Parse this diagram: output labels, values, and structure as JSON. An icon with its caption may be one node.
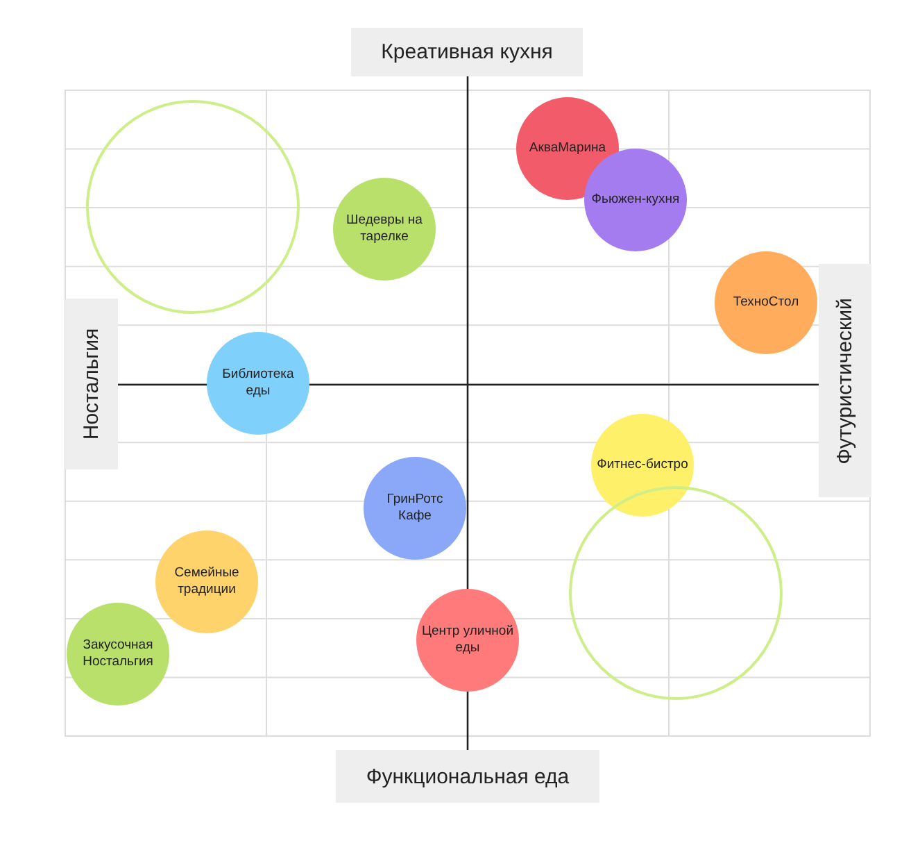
{
  "diagram": {
    "nodes": [
      {
        "text": [
          "Креативная кухня"
        ]
      },
      {
        "text": [],
        "shape": "circle"
      },
      {
        "text": [
          "АкваМарина"
        ]
      },
      {
        "text": [
          "Фьюжен-кухня"
        ]
      },
      {
        "text": [
          "Шедевры на тарелке"
        ]
      },
      {
        "text": [
          "ТехноСтол"
        ]
      },
      {
        "text": [
          "Ностальгия"
        ]
      },
      {
        "text": [
          "Библиотека еды"
        ]
      },
      {
        "text": [
          "Футуристический"
        ]
      },
      {
        "text": [
          "Фитнес-бистро"
        ]
      },
      {
        "text": [
          "ГринРотс Кафе"
        ]
      },
      {
        "text": [],
        "shape": "circle"
      },
      {
        "text": [
          "Семейные традиции"
        ]
      },
      {
        "text": [
          "Центр уличной еды"
        ]
      },
      {
        "text": [
          "Закусочная Ностальгия"
        ]
      },
      {
        "text": [
          "Функциональная еда"
        ]
      }
    ]
  }
}
